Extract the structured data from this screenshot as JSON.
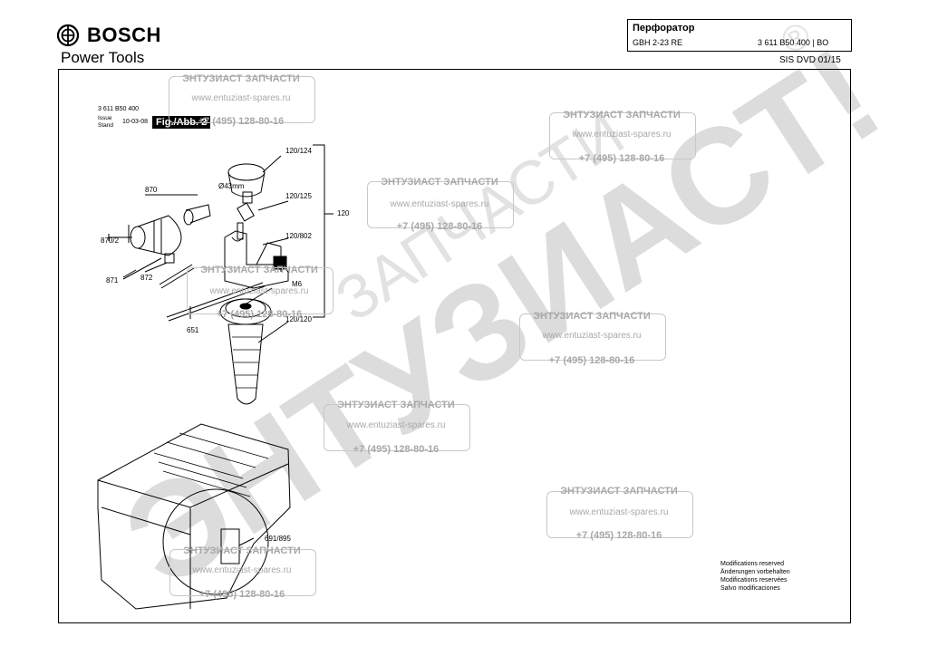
{
  "header": {
    "brand": "BOSCH",
    "subtitle": "Power Tools",
    "product_title": "Перфоратор",
    "model": "GBH 2-23 RE",
    "part_number": "3 611 B50 400 | BO",
    "sis": "SIS DVD 01/15"
  },
  "figure": {
    "doc_number": "3 611 B50 400",
    "issue_label_1": "Issue",
    "issue_label_2": "Stand",
    "issue_date": "10-03-08",
    "badge": "Fig./Abb. 2"
  },
  "parts": {
    "p120_124": "120/124",
    "p43mm": "Ø43mm",
    "p120_125": "120/125",
    "p120": "120",
    "p870": "870",
    "p120_802": "120/802",
    "p870_2": "870/2",
    "p871": "871",
    "p872": "872",
    "pm6": "M6",
    "p651": "651",
    "p120_120": "120/120",
    "p691_895": "691/895"
  },
  "modifications": {
    "line1": "Modifications reserved",
    "line2": "Änderungen vorbehalten",
    "line3": "Modifications reservées",
    "line4": "Salvo modificaciones"
  },
  "watermark": {
    "title": "ЭНТУЗИАСТ ЗАПЧАСТИ",
    "url": "www.entuziast-spares.ru",
    "phone": "+7 (495) 128-80-16",
    "big_text": "ЭНТУЗИАСТ!",
    "big_sub": "ЗАПЧАСТИ",
    "reg_mark": "®"
  }
}
